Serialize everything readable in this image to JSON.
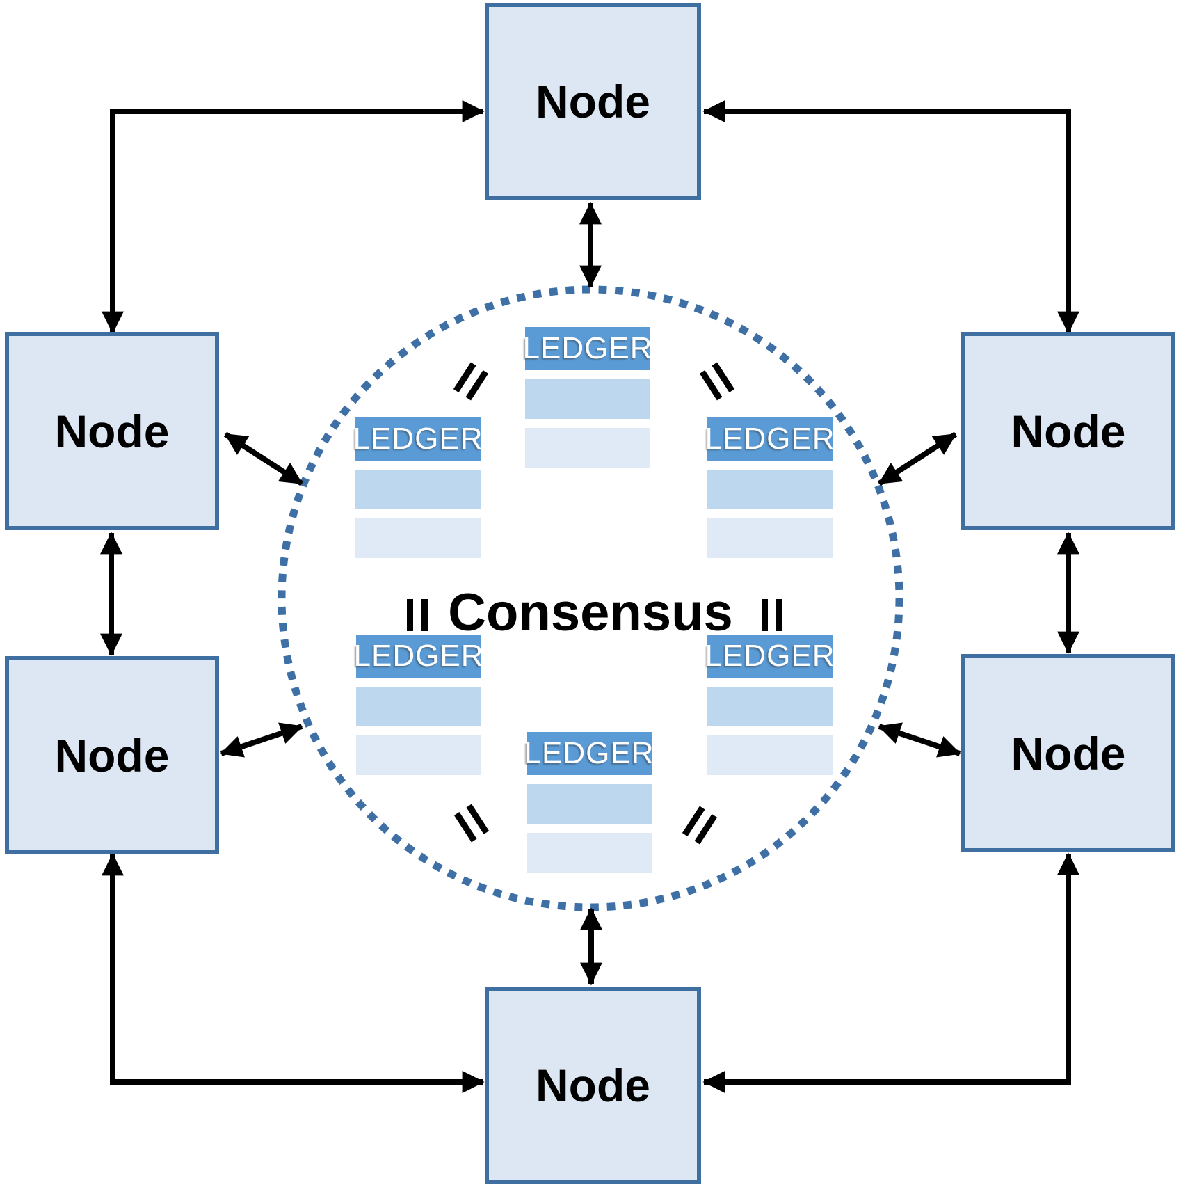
{
  "consensus": {
    "label": "Consensus"
  },
  "nodes": [
    {
      "position": "top",
      "label": "Node"
    },
    {
      "position": "upper-left",
      "label": "Node"
    },
    {
      "position": "upper-right",
      "label": "Node"
    },
    {
      "position": "lower-left",
      "label": "Node"
    },
    {
      "position": "lower-right",
      "label": "Node"
    },
    {
      "position": "bottom",
      "label": "Node"
    }
  ],
  "ledgers": [
    {
      "position": "top-center",
      "label": "LEDGER",
      "row_count": 2
    },
    {
      "position": "upper-left",
      "label": "LEDGER",
      "row_count": 2
    },
    {
      "position": "upper-right",
      "label": "LEDGER",
      "row_count": 2
    },
    {
      "position": "lower-left",
      "label": "LEDGER",
      "row_count": 2
    },
    {
      "position": "lower-right",
      "label": "LEDGER",
      "row_count": 2
    },
    {
      "position": "bottom-center",
      "label": "LEDGER",
      "row_count": 2
    }
  ],
  "equals_marks": {
    "symbol": "=",
    "count": 6,
    "meaning": "ledger copies are equal"
  },
  "colors": {
    "node-fill": "#dce7f3",
    "node-border": "#3f6ea0",
    "ledger-header": "#5b9bd5",
    "ledger-row1": "#bdd7ee",
    "ledger-row2": "#dfeaf6",
    "circle-dot": "#3e6fa5",
    "arrow": "#000000",
    "text": "#000000",
    "ledger-text": "#ffffff"
  }
}
